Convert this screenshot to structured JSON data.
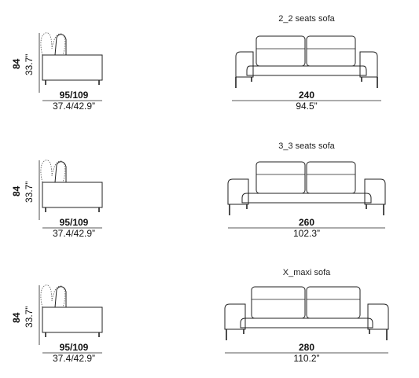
{
  "rows": [
    {
      "title": "2_2 seats sofa",
      "side_height_cm": "84",
      "side_height_in": "33.7”",
      "side_depth_cm": "95/109",
      "side_depth_in": "37.4/42.9”",
      "front_width_cm": "240",
      "front_width_in": "94.5”"
    },
    {
      "title": "3_3 seats sofa",
      "side_height_cm": "84",
      "side_height_in": "33.7”",
      "side_depth_cm": "95/109",
      "side_depth_in": "37.4/42.9”",
      "front_width_cm": "260",
      "front_width_in": "102.3”"
    },
    {
      "title": "X_maxi sofa",
      "side_height_cm": "84",
      "side_height_in": "33.7”",
      "side_depth_cm": "95/109",
      "side_depth_in": "37.4/42.9”",
      "front_width_cm": "280",
      "front_width_in": "110.2”"
    }
  ]
}
